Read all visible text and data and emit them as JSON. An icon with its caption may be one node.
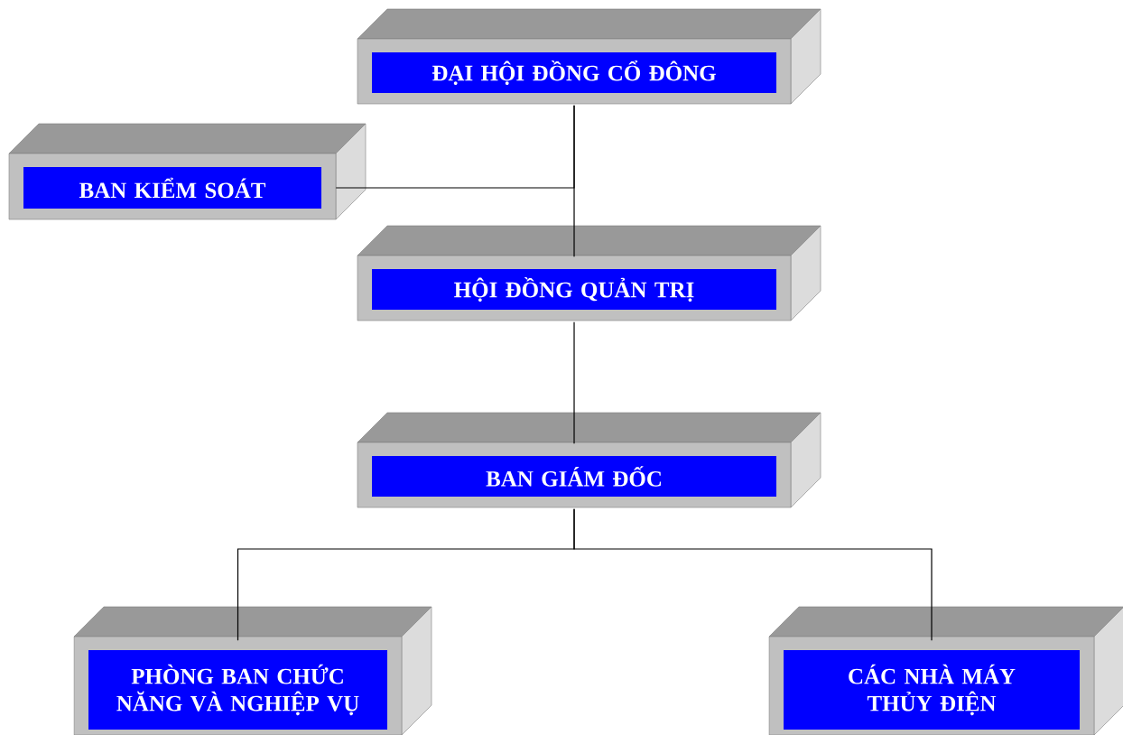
{
  "diagram": {
    "nodes": [
      {
        "text": [
          "ĐẠI HỘI ĐỒNG CỔ ĐÔNG"
        ]
      },
      {
        "text": [
          "BAN KIỂM SOÁT"
        ]
      },
      {
        "text": [
          "HỘI ĐỒNG QUẢN TRỊ"
        ]
      },
      {
        "text": [
          "BAN GIÁM ĐỐC"
        ]
      },
      {
        "text": [
          "PHÒNG BAN CHỨC NĂNG VÀ NGHIỆP VỤ"
        ]
      },
      {
        "text": [
          "CÁC NHÀ MÁY THỦY ĐIỆN"
        ]
      }
    ],
    "edges": [
      {
        "from": 0,
        "to": 2,
        "arrow": "none"
      },
      {
        "from": 0,
        "to": 1,
        "arrow": "none"
      },
      {
        "from": 2,
        "to": 3,
        "arrow": "none"
      },
      {
        "from": 3,
        "to": 4,
        "arrow": "none"
      },
      {
        "from": 3,
        "to": 5,
        "arrow": "none"
      }
    ]
  }
}
